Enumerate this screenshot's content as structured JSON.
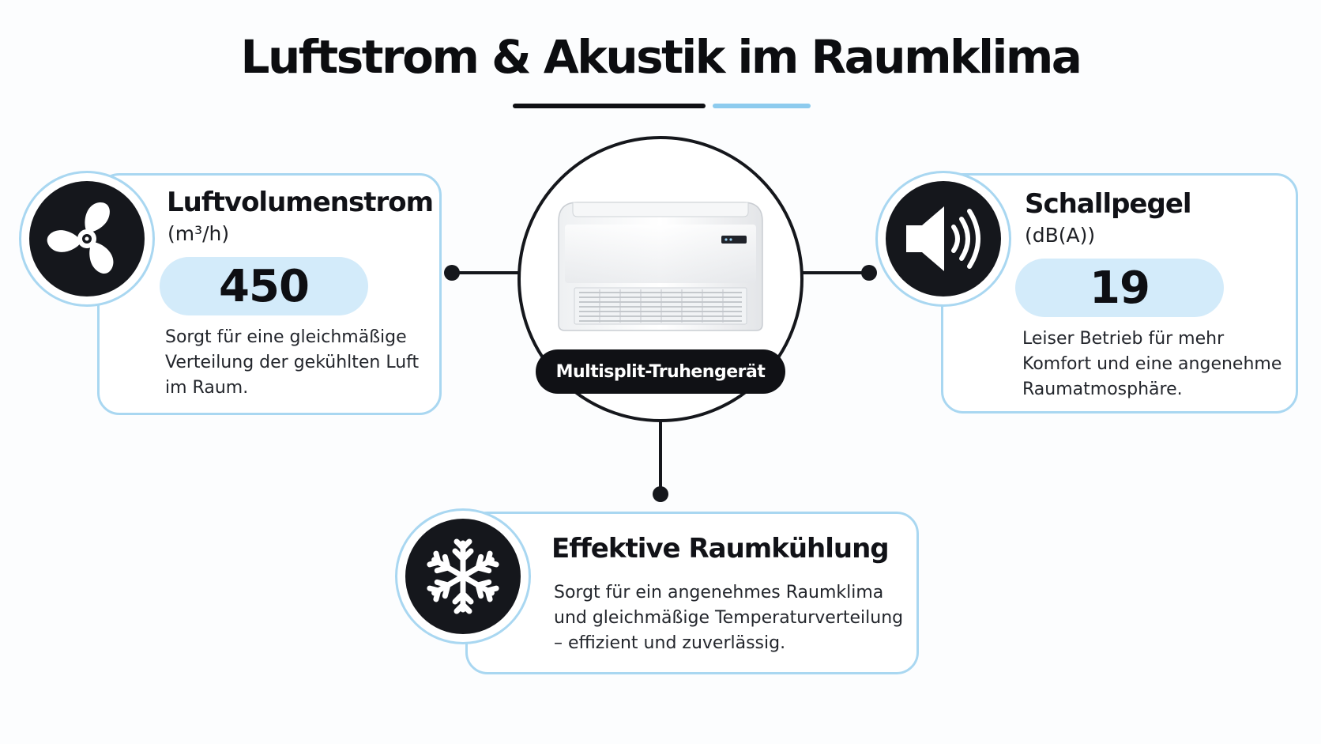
{
  "title": "Luftstrom & Akustik im Raumklima",
  "colors": {
    "dark": "#15171c",
    "accent_light_blue": "#8dcbee",
    "card_border": "#a9d7f1",
    "pill_fill": "#d3ebfa"
  },
  "center": {
    "device_label": "Multisplit-Truhengerät",
    "image": "white-floor-console-ac-unit"
  },
  "airflow": {
    "icon": "fan-icon",
    "title": "Luftvolumenstrom",
    "unit": "(m³/h)",
    "value": "450",
    "description_lines": [
      "Sorgt für eine gleichmäßige",
      "Verteilung der gekühlten Luft",
      "im Raum."
    ]
  },
  "sound": {
    "icon": "speaker-icon",
    "title": "Schallpegel",
    "unit": "(dB(A))",
    "value": "19",
    "description_lines": [
      "Leiser Betrieb für mehr",
      "Komfort und eine angenehme",
      "Raumatmosphäre."
    ]
  },
  "cooling": {
    "icon": "snowflake-icon",
    "title": "Effektive Raumkühlung",
    "description_lines": [
      "Sorgt für ein angenehmes Raumklima",
      "und gleichmäßige Temperaturverteilung",
      "– effizient und zuverlässig."
    ]
  }
}
